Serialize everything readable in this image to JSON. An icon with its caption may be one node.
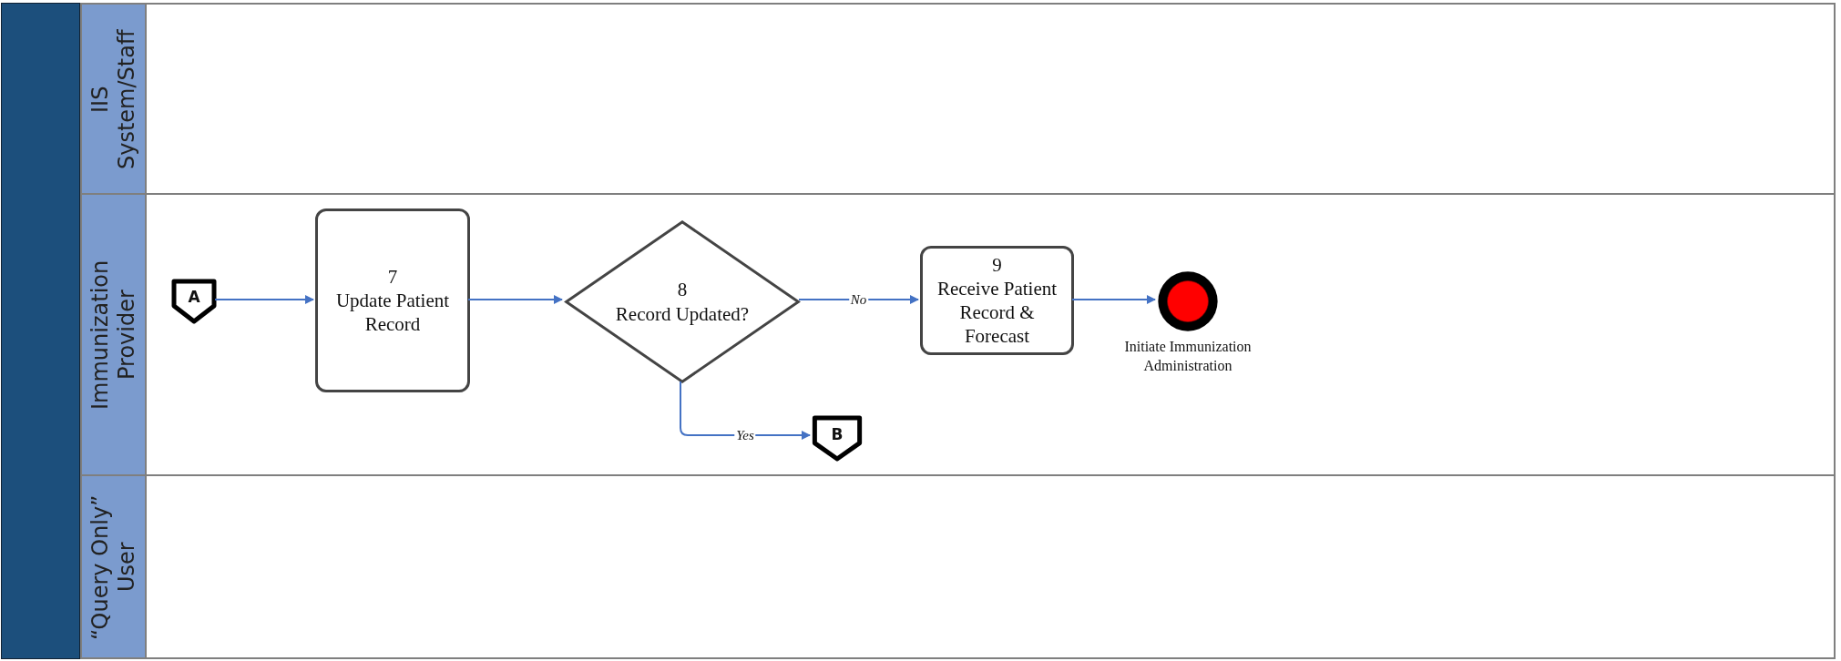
{
  "diagram": {
    "nodes": [
      {
        "text": [],
        "shape": "bar"
      },
      {
        "text": [
          "IIS System/Staff"
        ]
      },
      {
        "text": [
          "Immunization Provider"
        ]
      },
      {
        "text": [
          "“Query Only” User"
        ]
      },
      {
        "text": [
          "A"
        ],
        "in": 2
      },
      {
        "text": [
          "7",
          "Update Patient Record"
        ],
        "in": 2
      },
      {
        "text": [
          "8",
          "Record Updated?"
        ],
        "in": 2
      },
      {
        "text": [
          "9",
          "Receive Patient Record & Forecast"
        ],
        "in": 2
      },
      {
        "text": [],
        "shape": "circle",
        "beside": [
          "Initiate Immunization Administration"
        ],
        "in": 2
      },
      {
        "text": [
          "B"
        ],
        "in": 2
      }
    ],
    "edges": [
      {
        "from": 4,
        "to": 5,
        "arrow": "to"
      },
      {
        "from": 5,
        "to": 6,
        "arrow": "to"
      },
      {
        "from": 6,
        "to": 7,
        "arrow": "to",
        "label": "No"
      },
      {
        "from": 7,
        "to": 8,
        "arrow": "to"
      },
      {
        "from": 6,
        "to": 9,
        "arrow": "to",
        "label": "Yes"
      }
    ]
  }
}
